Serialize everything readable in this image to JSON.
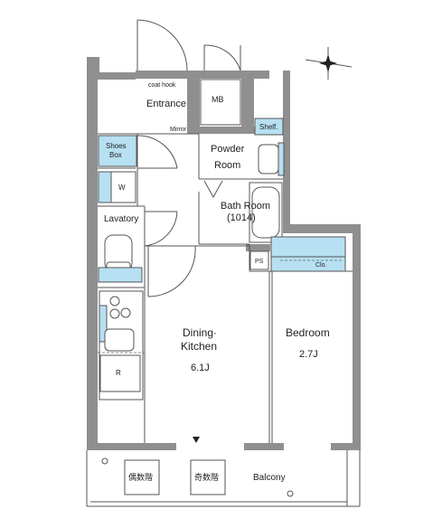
{
  "labels": {
    "coat_hook": "coat hook",
    "entrance": "Entrance",
    "mb": "MB",
    "mirror": "Mirror",
    "shelf": "Shelf.",
    "shoes_box_1": "Shoes",
    "shoes_box_2": "Box",
    "w": "W",
    "powder_room_1": "Powder",
    "powder_room_2": "Room",
    "bath_room_1": "Bath Room",
    "bath_room_2": "(1014)",
    "lavatory": "Lavatory",
    "ps": "PS",
    "clo": "Clo.",
    "dining_kitchen_1": "Dining·",
    "dining_kitchen_2": "Kitchen",
    "dining_kitchen_size": "6.1J",
    "bedroom": "Bedroom",
    "bedroom_size": "2.7J",
    "r": "R",
    "balcony": "Balcony",
    "even_floor": "偶数階",
    "odd_floor": "奇数階"
  },
  "colors": {
    "wall": "#8f8f8f",
    "fixture_blue": "#b7e0f2"
  },
  "icons": {
    "compass": "north-compass-icon",
    "entry_marker": "entry-triangle-icon"
  }
}
